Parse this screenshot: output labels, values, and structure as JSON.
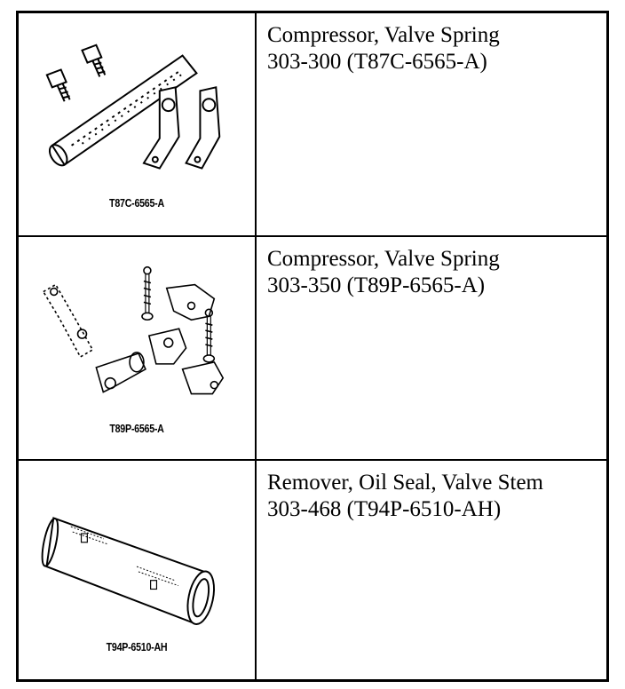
{
  "tools": [
    {
      "image_code": "T87C-6565-A",
      "title": "Compressor, Valve Spring",
      "number": "303-300 (T87C-6565-A)"
    },
    {
      "image_code": "T89P-6565-A",
      "title": "Compressor, Valve Spring",
      "number": "303-350 (T89P-6565-A)"
    },
    {
      "image_code": "T94P-6510-AH",
      "title": "Remover, Oil Seal, Valve Stem",
      "number": "303-468 (T94P-6510-AH)"
    }
  ]
}
